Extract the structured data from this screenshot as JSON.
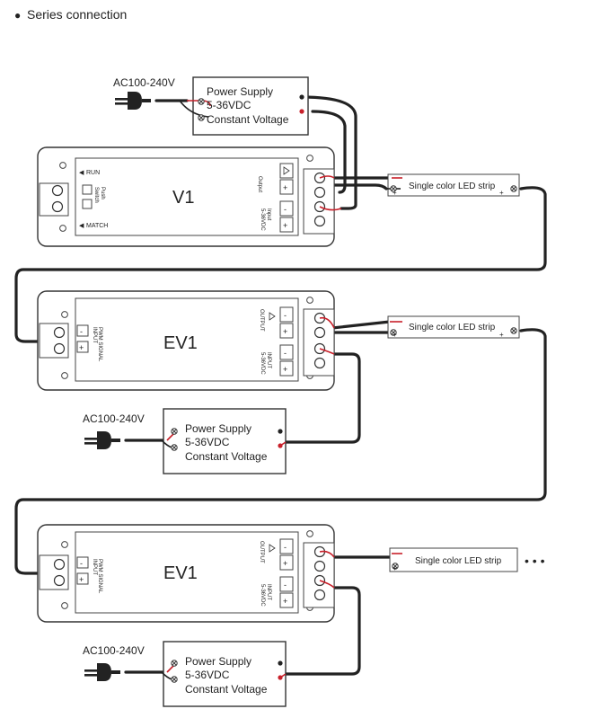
{
  "header": {
    "bullet": "●",
    "title": "Series connection"
  },
  "power_supply": {
    "ac_label": "AC100-240V",
    "lines": [
      "Power Supply",
      "5-36VDC",
      "Constant Voltage"
    ]
  },
  "v1": {
    "name": "V1",
    "run_label": "RUN",
    "match_label": "MATCH",
    "push_label": "Push\nSwitch",
    "output_label": "Output",
    "input_label": "Input\n5-36VDC"
  },
  "ev1": {
    "name": "EV1",
    "input_pwm_label": "INPUT\nPWM SIGNAL",
    "output_label": "OUTPUT",
    "input_label": "INPUT\n5-36VDC"
  },
  "led_strip": {
    "label": "Single color LED strip"
  },
  "continuation": "• • •",
  "symbols": {
    "plus": "+",
    "minus": "-"
  }
}
